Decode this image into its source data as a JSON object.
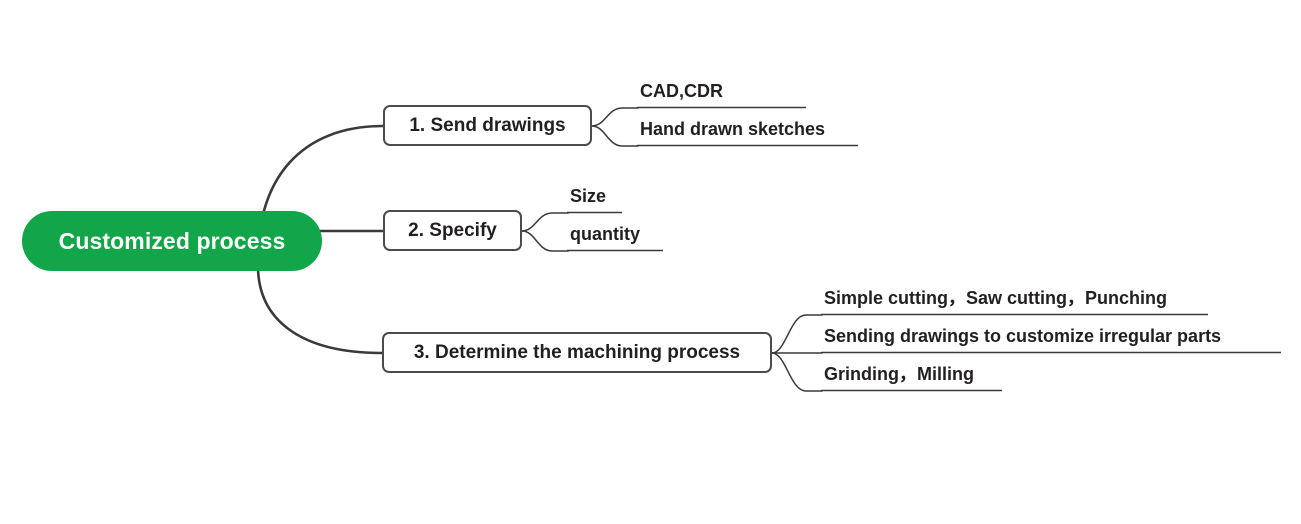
{
  "diagram": {
    "type": "mind-map",
    "background_color": "#ffffff",
    "root": {
      "label": "Customized process",
      "fill_color": "#13a54a",
      "text_color": "#ffffff"
    },
    "node_border_color": "#4b4b4b",
    "connector_color": "#3a3a3a",
    "text_color": "#231f20",
    "branches": [
      {
        "label": "1. Send drawings",
        "children": [
          {
            "label": "CAD,CDR"
          },
          {
            "label": "Hand drawn sketches"
          }
        ]
      },
      {
        "label": "2. Specify",
        "children": [
          {
            "label": "Size"
          },
          {
            "label": "quantity"
          }
        ]
      },
      {
        "label": "3. Determine the machining process",
        "children": [
          {
            "label": "Simple cutting，Saw cutting，Punching"
          },
          {
            "label": "Sending drawings to customize irregular parts"
          },
          {
            "label": "Grinding，Milling"
          }
        ]
      }
    ]
  }
}
